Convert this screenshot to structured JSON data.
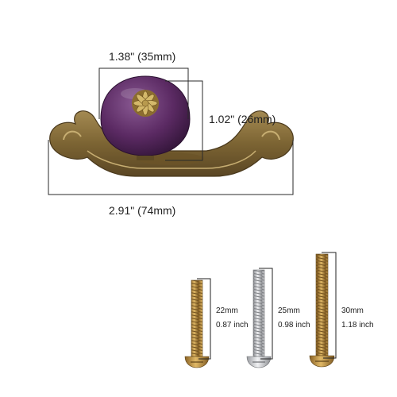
{
  "knob": {
    "width_label": "1.38\" (35mm)",
    "height_label": "1.02\" (26mm)",
    "backplate_label": "2.91\" (74mm)",
    "knob_color": "#5b2a63",
    "backplate_color": "#8a7440",
    "rosette_color": "#b89a4e",
    "dimension_line_color": "#2a2a2a"
  },
  "screws": [
    {
      "length_mm": "22mm",
      "length_in": "0.87 inch",
      "finish": "brass-zinc",
      "color": "#b98a3e"
    },
    {
      "length_mm": "25mm",
      "length_in": "0.98 inch",
      "finish": "silver",
      "color": "#c9cacc"
    },
    {
      "length_mm": "30mm",
      "length_in": "1.18 inch",
      "finish": "brass-zinc",
      "color": "#b98a3e"
    }
  ]
}
